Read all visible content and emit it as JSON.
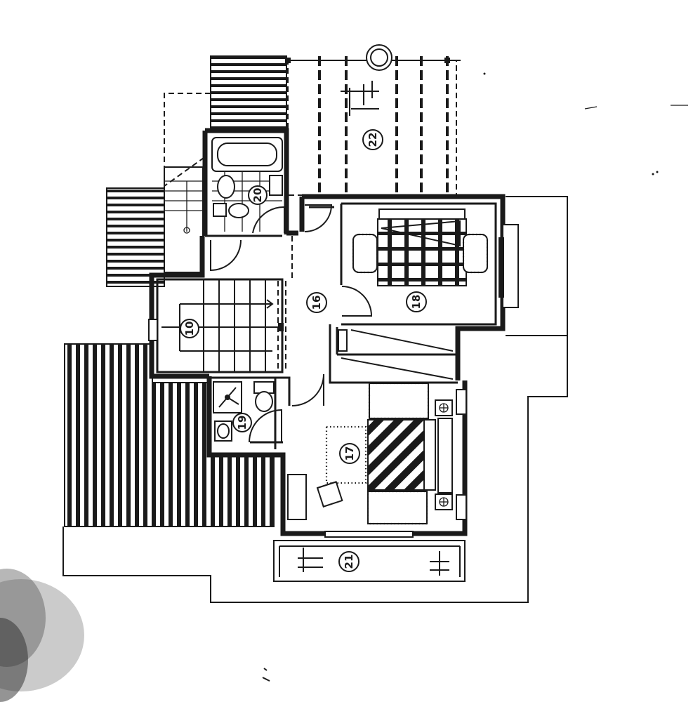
{
  "room_labels": {
    "r16": "16",
    "r17": "17",
    "r18": "18",
    "r19": "19",
    "r20": "20",
    "r21": "21",
    "r22": "22",
    "stair": "10"
  },
  "colors": {
    "ink": "#1a1a1a",
    "paper": "#ffffff"
  }
}
